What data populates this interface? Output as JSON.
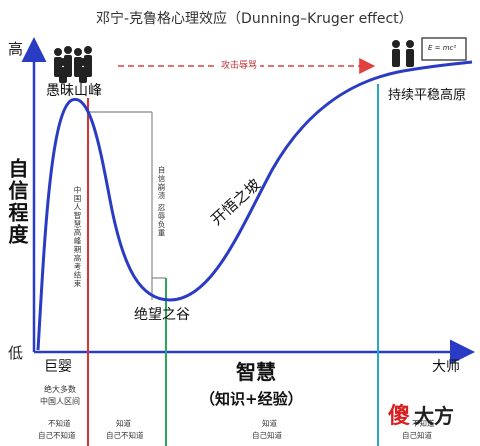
{
  "title": "邓宁-克鲁格心理效应（Dunning–Kruger effect）",
  "y_axis": {
    "label": "自信程度",
    "high": "高",
    "low": "低"
  },
  "x_axis": {
    "label": "智慧",
    "sublabel": "（知识+经验）",
    "start": "巨婴",
    "end": "大师"
  },
  "curve_labels": {
    "peak": "愚昧山峰",
    "valley": "绝望之谷",
    "slope": "开悟之坡",
    "plateau": "持续平稳高原"
  },
  "arrow_label": "攻击辱骂",
  "vertical_notes": {
    "red": "中国人智慧高峰期高考结束",
    "gray": "自信崩溃 忍辱负重"
  },
  "bottom_notes": {
    "majority": [
      "绝大多数",
      "中国人区间"
    ],
    "stages": [
      [
        "不知道",
        "自己不知道"
      ],
      [
        "知道",
        "自己不知道"
      ],
      [
        "知道",
        "自己知道"
      ],
      [
        "不知道",
        "自己知道"
      ]
    ]
  },
  "formula": "E = mc²",
  "watermark": {
    "a": "傻",
    "b": "大方"
  },
  "colors": {
    "curve": "#2a3bc4",
    "axis": "#2a3bc4",
    "red_line": "#e03030",
    "green_line": "#2aa85a",
    "teal_line": "#2aa8c8",
    "arrow": "#e04040",
    "gray_line": "#888888"
  }
}
